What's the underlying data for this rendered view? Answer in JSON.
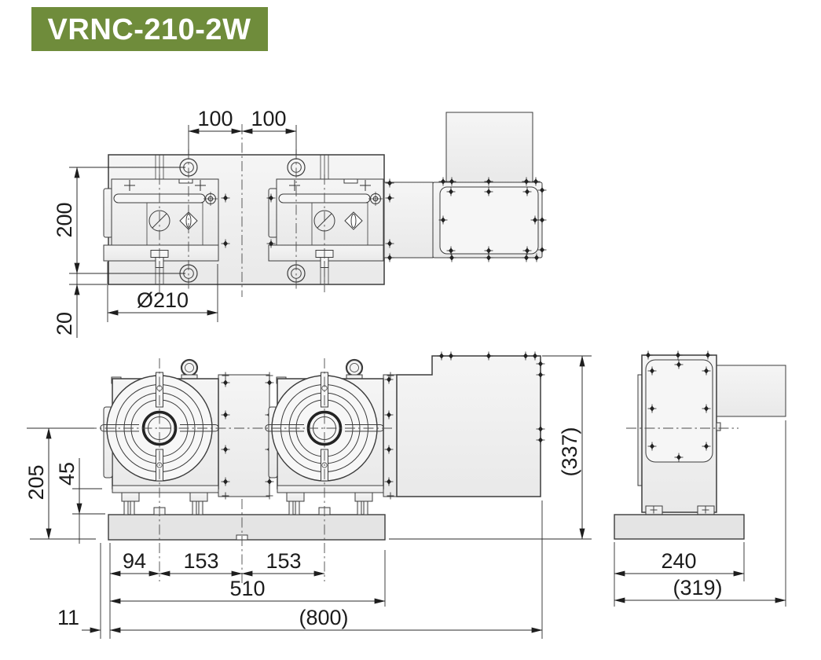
{
  "title": "VRNC-210-2W",
  "colors": {
    "badge_green": "#6f8c3b",
    "line": "#3c3c3c",
    "dim_text": "#1c1c1c",
    "body_fill": "#f2f2f2",
    "base_fill": "#e4e4e4"
  },
  "dimensions": {
    "top_view": {
      "bolt_pitch_left": "100",
      "bolt_pitch_right": "100",
      "bolt_row_spacing": "200",
      "edge_offset": "20",
      "table_diameter": "Ø210"
    },
    "front_view": {
      "center_height": "205",
      "riser_height": "45",
      "left_margin": "94",
      "table_pitch_left": "153",
      "table_pitch_right": "153",
      "base_length": "510",
      "overall_length": "(800)",
      "body_offset": "11",
      "overall_height": "(337)"
    },
    "side_view": {
      "base_width": "240",
      "overall_depth": "(319)"
    }
  }
}
